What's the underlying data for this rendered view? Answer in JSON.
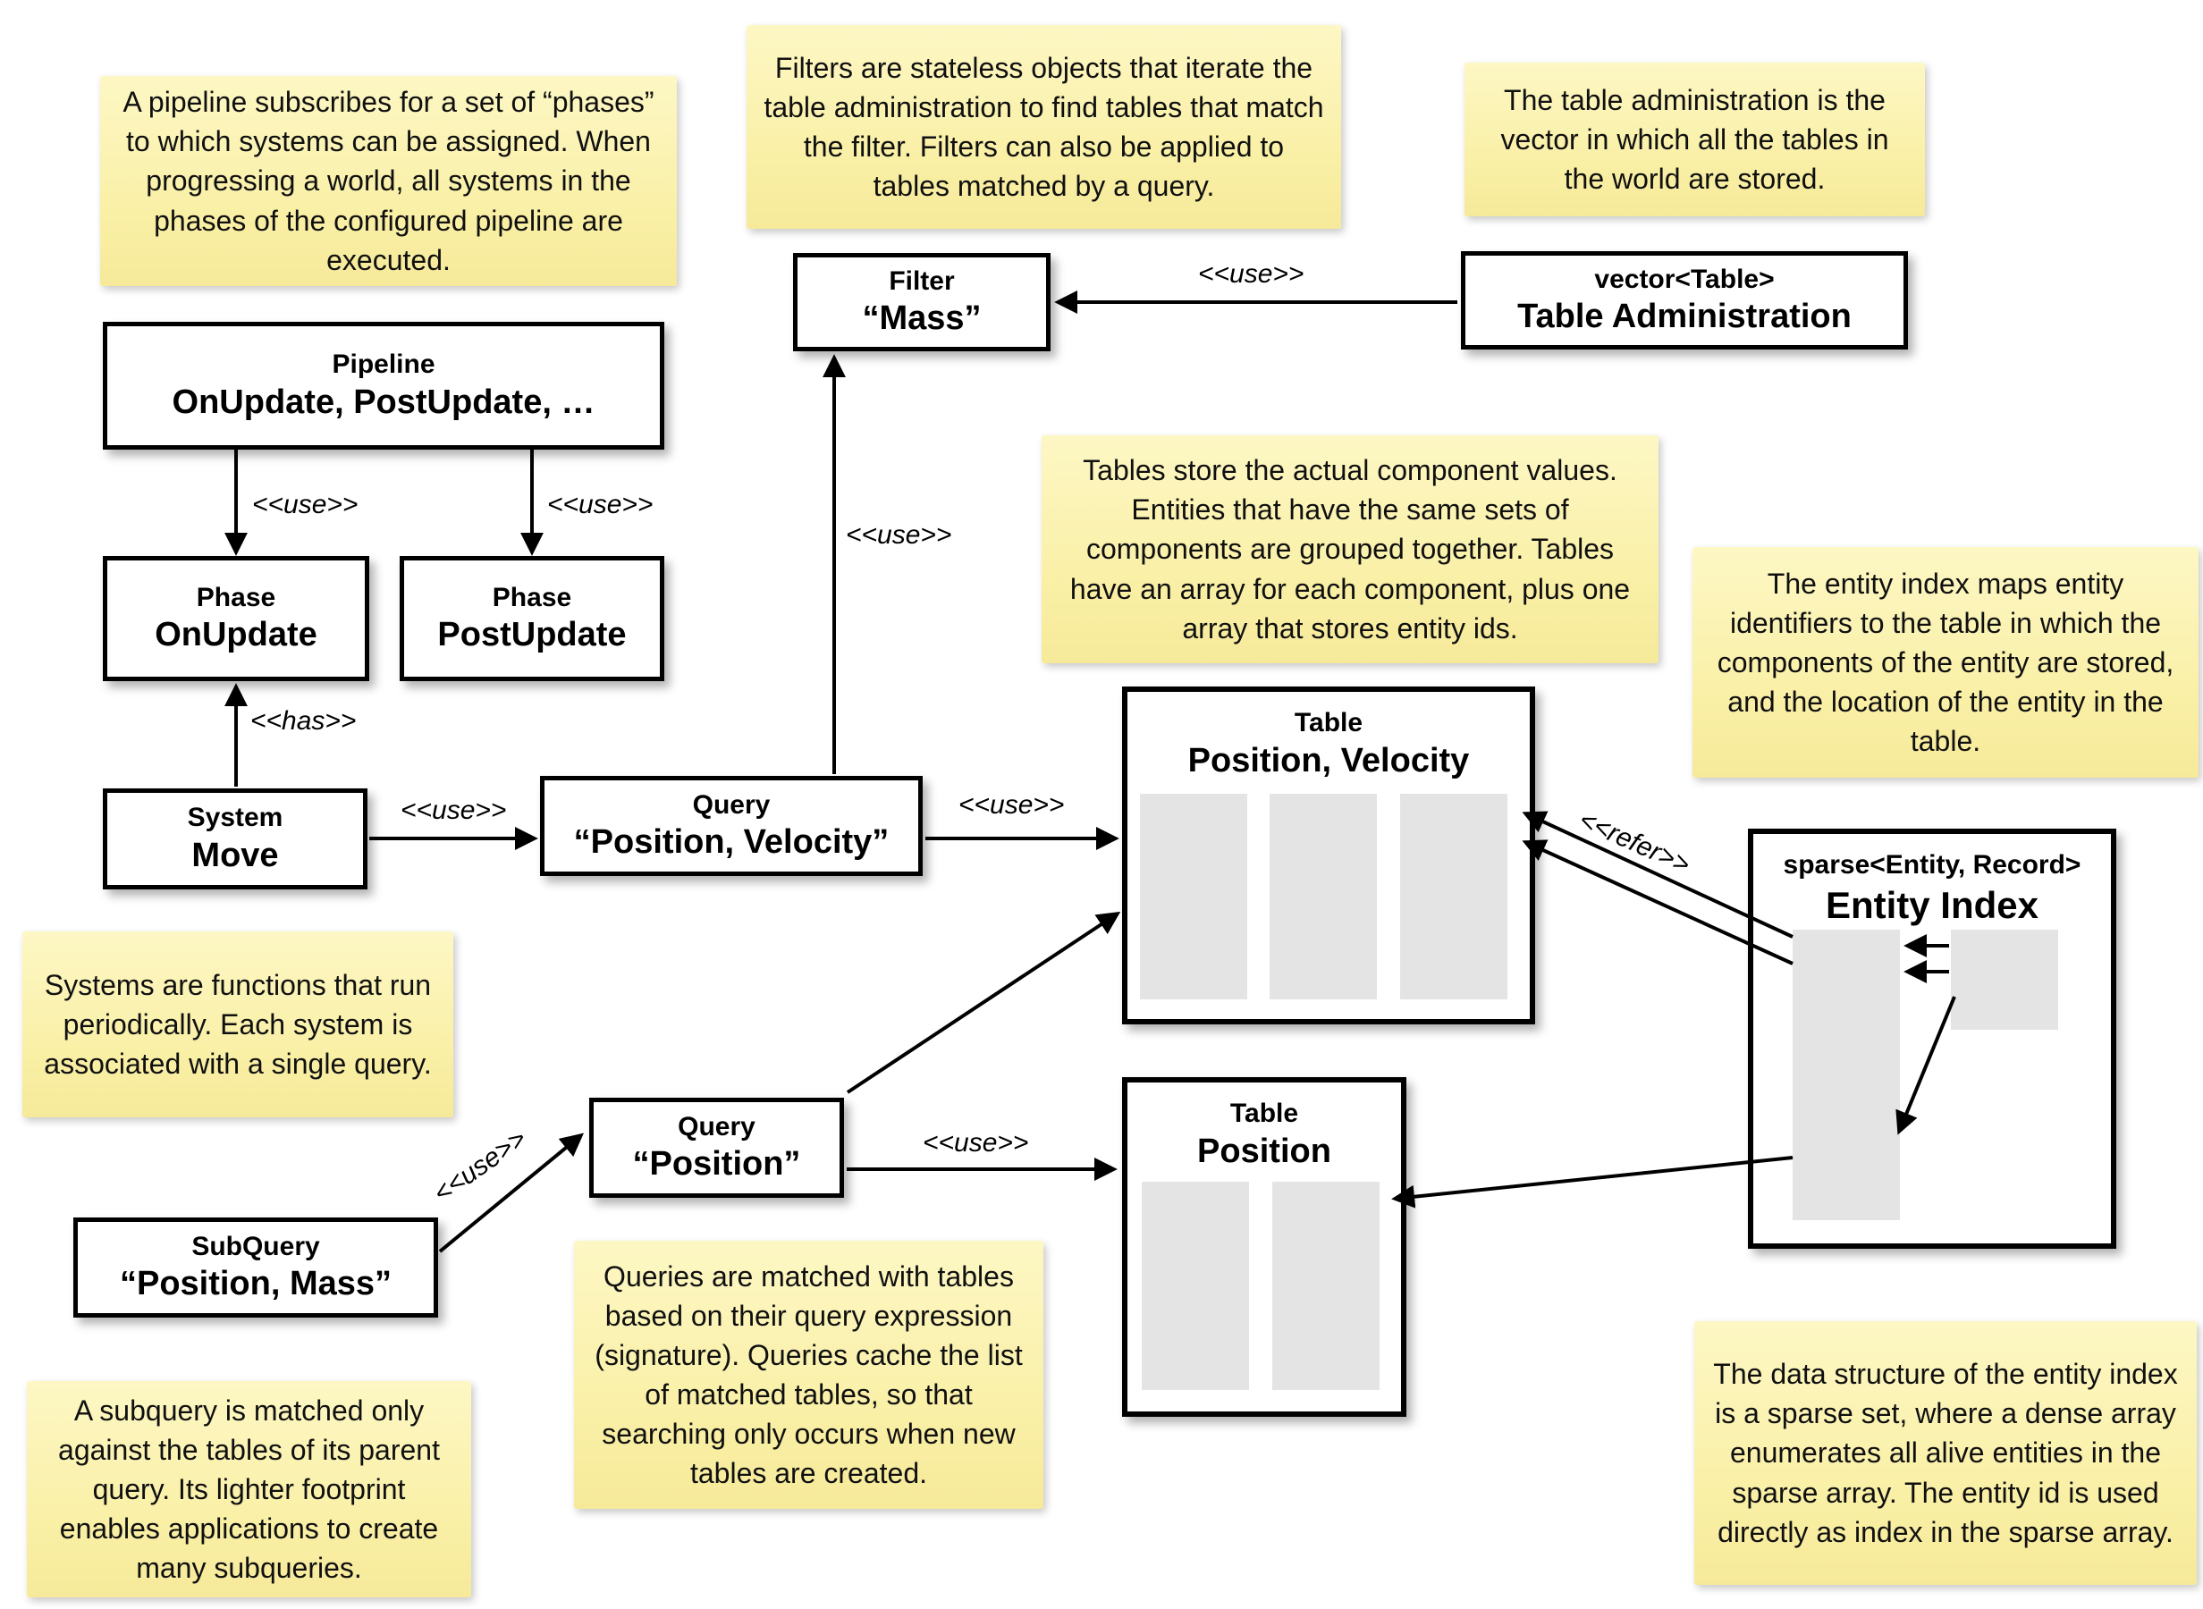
{
  "notes": {
    "pipeline": "A pipeline subscribes for a set of “phases” to which systems can be assigned. When progressing a world, all systems in the phases of the configured pipeline are executed.",
    "filters": "Filters are stateless objects that iterate the table administration to find tables that match the filter. Filters can also be applied to tables matched by a query.",
    "table_admin": "The table administration is the vector in which all the tables in the world are stored.",
    "tables": "Tables store the actual component values. Entities that have the same sets of components are grouped together. Tables have an array for each component, plus one array that stores entity ids.",
    "entity_index": "The entity index maps entity identifiers to the table in which the components of the entity are stored, and the location of the entity in the table.",
    "systems": "Systems are functions that run periodically. Each system is associated with a single query.",
    "queries": "Queries are matched with tables based on their query expression (signature). Queries cache the list of matched tables, so that searching only occurs when new tables are created.",
    "subquery": "A subquery is matched only against the tables of its parent query. Its lighter footprint enables applications to create many subqueries.",
    "sparse_set": "The data structure of the entity index is a sparse set, where a dense array enumerates all alive entities in the sparse array. The entity id is used directly as index in the sparse array."
  },
  "boxes": {
    "pipeline": {
      "title": "Pipeline",
      "subtitle": "OnUpdate, PostUpdate, …"
    },
    "phase_onupdate": {
      "title": "Phase",
      "subtitle": "OnUpdate"
    },
    "phase_postupdate": {
      "title": "Phase",
      "subtitle": "PostUpdate"
    },
    "filter_mass": {
      "title": "Filter",
      "subtitle": "“Mass”"
    },
    "table_admin": {
      "title": "vector<Table>",
      "subtitle": "Table Administration"
    },
    "system_move": {
      "title": "System",
      "subtitle": "Move"
    },
    "query_pos_vel": {
      "title": "Query",
      "subtitle": "“Position, Velocity”"
    },
    "table_pos_vel": {
      "title": "Table",
      "subtitle": "Position, Velocity"
    },
    "table_pos": {
      "title": "Table",
      "subtitle": "Position"
    },
    "entity_index": {
      "title": "sparse<Entity, Record>",
      "subtitle": "Entity Index"
    },
    "query_pos": {
      "title": "Query",
      "subtitle": "“Position”"
    },
    "subquery": {
      "title": "SubQuery",
      "subtitle": "“Position, Mass”"
    }
  },
  "edges": {
    "pipeline_phase_on": {
      "label": "<<use>>"
    },
    "pipeline_phase_post": {
      "label": "<<use>>"
    },
    "system_phase": {
      "label": "<<has>>"
    },
    "system_query": {
      "label": "<<use>>"
    },
    "query_filter": {
      "label": "<<use>>"
    },
    "admin_filter": {
      "label": "<<use>>"
    },
    "query_table_pv": {
      "label": "<<use>>"
    },
    "subquery_query": {
      "label": "<<use>>"
    },
    "query_table_pos": {
      "label": "<<use>>"
    },
    "index_refer": {
      "label": "<<refer>>"
    }
  },
  "colors": {
    "sticky_note_bg": "#f9efa4",
    "box_border": "#000000",
    "array_slot": "#e4e4e4",
    "canvas_bg": "#ffffff"
  }
}
